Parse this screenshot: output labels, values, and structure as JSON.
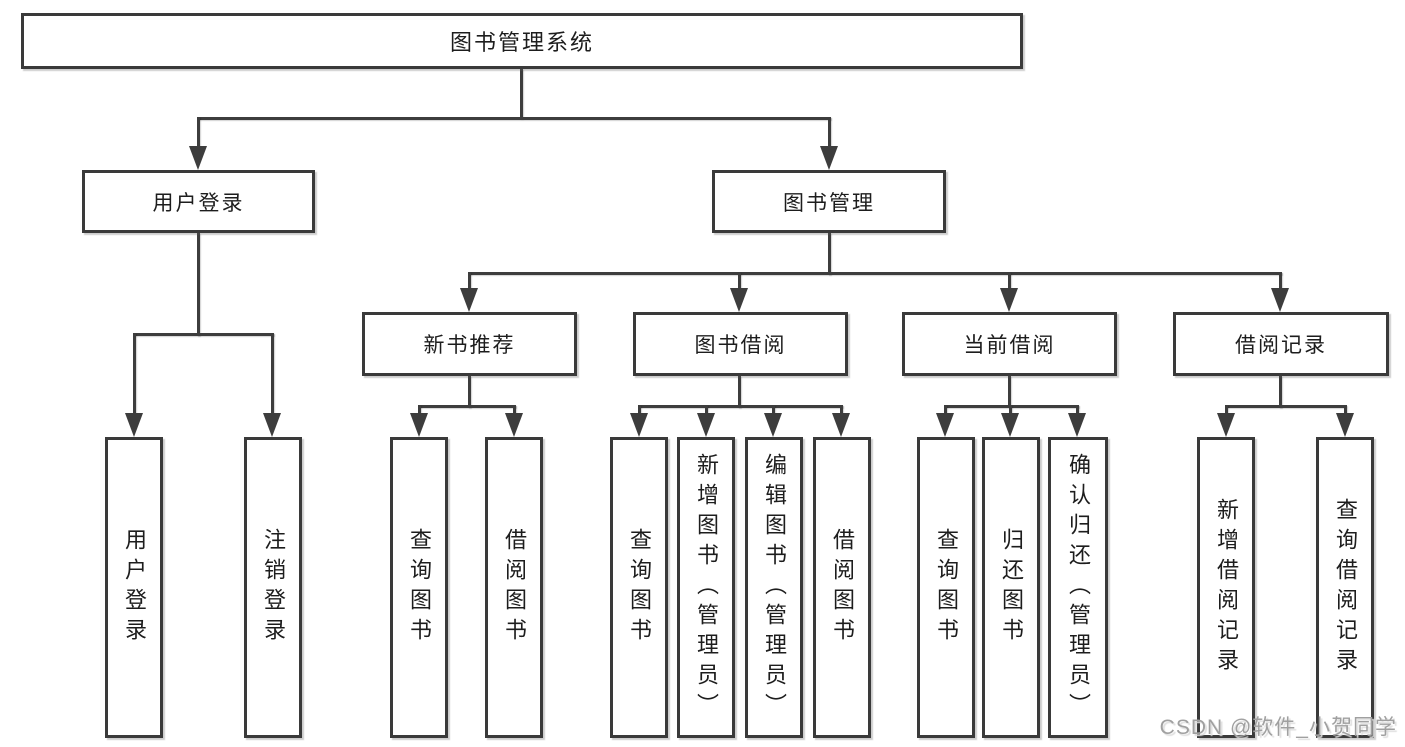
{
  "nodes": {
    "root": "图书管理系统",
    "user_login": "用户登录",
    "book_management": "图书管理",
    "new_book_recommend": "新书推荐",
    "book_borrow": "图书借阅",
    "current_borrow": "当前借阅",
    "borrow_records": "借阅记录"
  },
  "leaves": {
    "user_login_1": "用户登录",
    "user_login_2": "注销登录",
    "new_book_1": "查询图书",
    "new_book_2": "借阅图书",
    "book_borrow_1": "查询图书",
    "book_borrow_2": "新增图书（管理员）",
    "book_borrow_3": "编辑图书（管理员）",
    "book_borrow_4": "借阅图书",
    "current_1": "查询图书",
    "current_2": "归还图书",
    "current_3": "确认归还（管理员）",
    "records_1": "新增借阅记录",
    "records_2": "查询借阅记录"
  },
  "watermark": "CSDN @软件_小贺同学",
  "colors": {
    "line": "#3d3d3d",
    "border": "#3a3a3a",
    "text": "#1d1d1d",
    "background": "#ffffff",
    "watermark": "#a0a0a0"
  }
}
